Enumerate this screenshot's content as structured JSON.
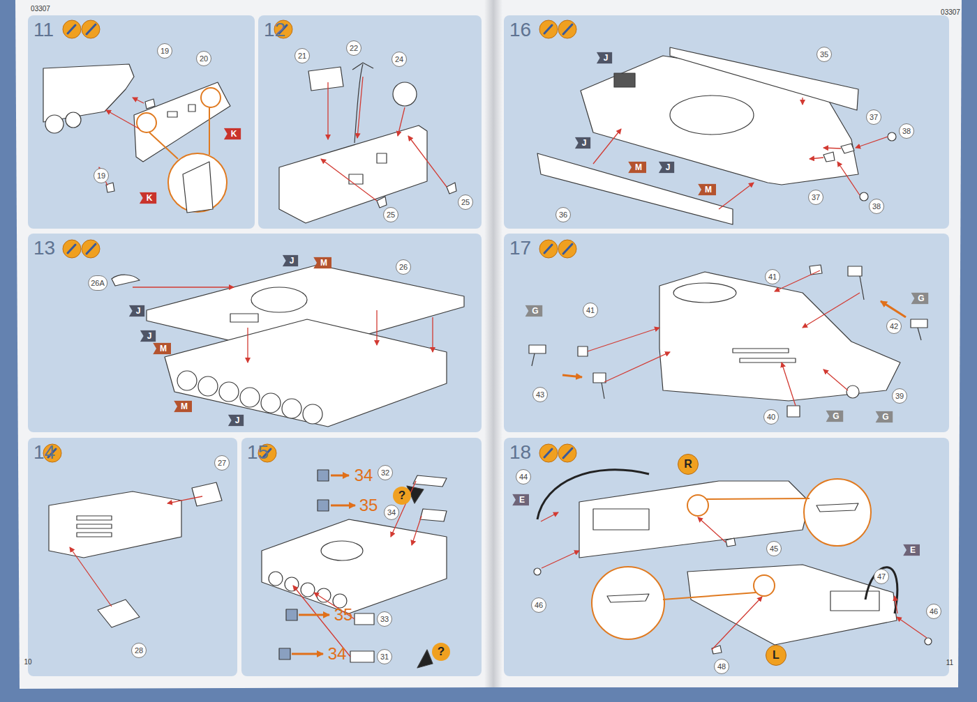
{
  "diagram": {
    "nodes": [
      {
        "text": [
          "11"
        ]
      },
      {
        "text": [
          "12"
        ]
      },
      {
        "text": [
          "13"
        ]
      },
      {
        "text": [
          "14"
        ]
      },
      {
        "text": [
          "15"
        ]
      },
      {
        "text": [
          "16"
        ]
      },
      {
        "text": [
          "17"
        ]
      },
      {
        "text": [
          "18"
        ]
      }
    ],
    "labels": [
      "03307",
      "03307",
      "10",
      "11",
      "19",
      "20",
      "19",
      "K",
      "K",
      "22",
      "24",
      "21",
      "25",
      "25",
      "26A",
      "26",
      "J",
      "M",
      "J",
      "J",
      "M",
      "M",
      "J",
      "27",
      "28",
      "34",
      "32",
      "?",
      "35",
      "34",
      "35",
      "33",
      "34",
      "31",
      "?",
      "35",
      "J",
      "J",
      "M",
      "J",
      "M",
      "37",
      "38",
      "37",
      "38",
      "36",
      "41",
      "41",
      "G",
      "G",
      "42",
      "43",
      "39",
      "40",
      "G",
      "G",
      "R",
      "44",
      "E",
      "45",
      "E",
      "47",
      "46",
      "46",
      "L",
      "48"
    ]
  }
}
